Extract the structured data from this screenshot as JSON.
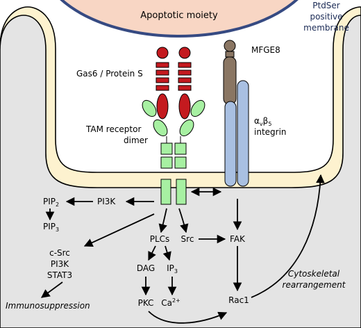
{
  "labels": {
    "apoptotic_moiety": "Apoptotic moiety",
    "ptdser_1": "PtdSer",
    "ptdser_2": "positive",
    "ptdser_3": "membrane",
    "gas6": "Gas6 / Protein S",
    "mfge8": "MFGE8",
    "tam_1": "TAM receptor",
    "tam_2": "dimer",
    "integrin_alpha": "α",
    "integrin_alpha_sub": "v",
    "integrin_beta": "β",
    "integrin_beta_sub": "5",
    "integrin_word": "integrin",
    "pip2": "PIP",
    "pip2_sub": "2",
    "pip3": "PIP",
    "pip3_sub": "3",
    "pi3k": "PI3K",
    "csrc": "c-Src",
    "pi3k_2": "PI3K",
    "stat3": "STAT3",
    "immunosuppression": "Immunosuppression",
    "plcs": "PLCs",
    "src": "Src",
    "fak": "FAK",
    "dag": "DAG",
    "ip3": "IP",
    "ip3_sub": "3",
    "pkc": "PKC",
    "ca": "Ca",
    "ca_sup": "2+",
    "rac1": "Rac1",
    "cyto_1": "Cytoskeletal",
    "cyto_2": "rearrangement"
  },
  "colors": {
    "cell": "#fdf2cf",
    "cytoplasm": "#e4e4e4",
    "apoptotic_fill": "#f8d6c4",
    "apoptotic_ring": "#364a82",
    "gas6_red": "#c41a1f",
    "tam_green": "#a7f0a2",
    "mfge8_brown": "#8a7663",
    "integrin_blue": "#a9c0e2"
  }
}
